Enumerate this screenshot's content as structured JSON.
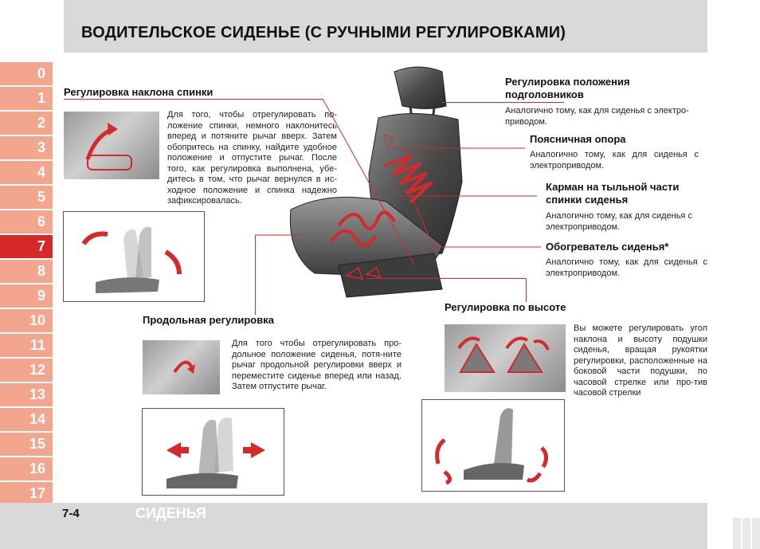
{
  "header": {
    "title": "ВОДИТЕЛЬСКОЕ СИДЕНЬЕ (С РУЧНЫМИ РЕГУЛИРОВКАМИ)"
  },
  "sidebar": {
    "tabs": [
      {
        "label": "0"
      },
      {
        "label": "1"
      },
      {
        "label": "2"
      },
      {
        "label": "3"
      },
      {
        "label": "4"
      },
      {
        "label": "5"
      },
      {
        "label": "6"
      },
      {
        "label": "7"
      },
      {
        "label": "8"
      },
      {
        "label": "9"
      },
      {
        "label": "10"
      },
      {
        "label": "11"
      },
      {
        "label": "12"
      },
      {
        "label": "13"
      },
      {
        "label": "14"
      },
      {
        "label": "15"
      },
      {
        "label": "16"
      },
      {
        "label": "17"
      }
    ],
    "active_tab": "7",
    "tab_color": "#f3a58d",
    "active_color": "#d6292a"
  },
  "sections": {
    "recline": {
      "heading": "Регулировка наклона спинки",
      "text": "Для того, чтобы отрегулировать по-ложение спинки, немного наклонитесь вперед и потяните рычаг вверх. Затем обопритесь на спинку, найдите удобное положение и отпустите рычаг. После того, как регулировка выполнена, убе-дитесь в том, что рычаг вернулся в ис-ходное положение и спинка надежно зафиксировалась."
    },
    "slide": {
      "heading": "Продольная регулировка",
      "text": "Для того чтобы отрегулировать про-дольное положение сиденья, потя-ните рычаг продольной регулировки вверх и переместите сиденье вперед или назад. Затем отпустите рычаг."
    },
    "headrest": {
      "heading_line1": "Регулировка положения",
      "heading_line2": "подголовников",
      "text": "Аналогично тому, как для сиденья с электро-приводом."
    },
    "lumbar": {
      "heading": "Поясничная опора",
      "text": "Аналогично тому, как для сиденья с электроприводом."
    },
    "pocket": {
      "heading_line1": "Карман на тыльной части",
      "heading_line2": "спинки сиденья",
      "text": "Аналогично тому, как для сиденья с электроприводом."
    },
    "heater": {
      "heading": "Обогреватель сиденья*",
      "text": "Аналогично тому, как для сиденья с электроприводом."
    },
    "height": {
      "heading": "Регулировка по высоте",
      "text": "Вы можете регулировать угол наклона и высоту подушки сиденья, вращая рукоятки регулировки, расположенные на боковой части подушки, по часовой стрелке или про-тив часовой стрелки"
    }
  },
  "footer": {
    "page_number": "7-4",
    "section_name": "СИДЕНЬЯ"
  },
  "colors": {
    "accent": "#d6292a",
    "header_bg": "#d9d9d9",
    "footer_text": "#ffffff"
  }
}
